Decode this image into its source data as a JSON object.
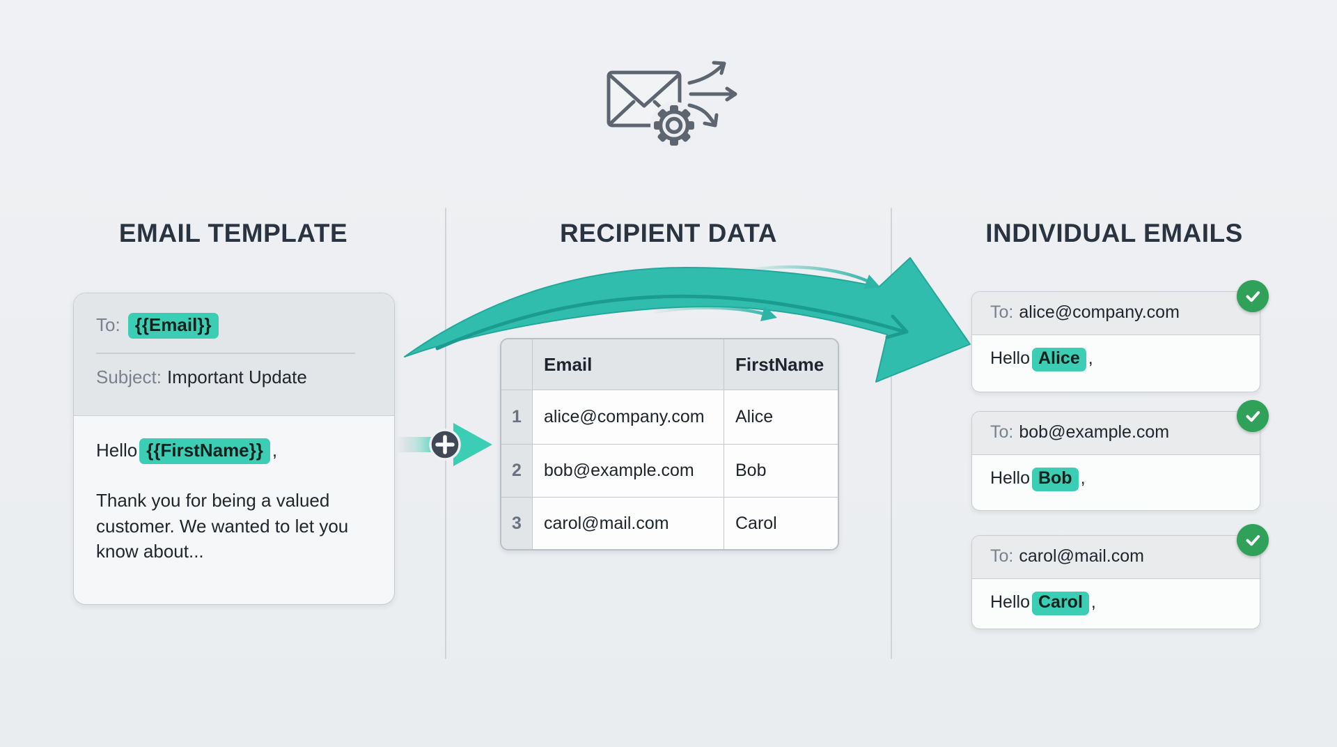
{
  "page": {
    "background": "#edeff2"
  },
  "icons": {
    "header": "envelope-gear-send-icon",
    "merge": "plus-icon",
    "flow": "curved-arrow-icon",
    "success": "check-icon"
  },
  "colors": {
    "accent_teal": "#3cceb4",
    "swoosh_teal": "#31bdad",
    "swoosh_stroke": "#1b9c90",
    "success_green": "#2fa158",
    "heading": "#2a3440",
    "gray_label": "#79818d",
    "icon_gray": "#5d6570",
    "divider": "#d0d5da"
  },
  "columns": [
    {
      "heading": "EMAIL TEMPLATE"
    },
    {
      "heading": "RECIPIENT DATA"
    },
    {
      "heading": "INDIVIDUAL EMAILS"
    }
  ],
  "template_card": {
    "to_label": "To:",
    "to_value": "{{Email}}",
    "subject_label": "Subject:",
    "subject_value": "Important Update",
    "greeting_prefix": "Hello",
    "greeting_variable": "{{FirstName}}",
    "greeting_suffix": ",",
    "body_text": "Thank you for being a valued customer. We wanted to let you know about..."
  },
  "recipient_table": {
    "columns": [
      "Email",
      "FirstName"
    ],
    "rows": [
      {
        "index": "1",
        "email": "alice@company.com",
        "first_name": "Alice"
      },
      {
        "index": "2",
        "email": "bob@example.com",
        "first_name": "Bob"
      },
      {
        "index": "3",
        "email": "carol@mail.com",
        "first_name": "Carol"
      }
    ]
  },
  "emails": [
    {
      "to_label": "To:",
      "to_value": "alice@company.com",
      "greeting_prefix": "Hello",
      "name": "Alice",
      "greeting_suffix": ","
    },
    {
      "to_label": "To:",
      "to_value": "bob@example.com",
      "greeting_prefix": "Hello",
      "name": "Bob",
      "greeting_suffix": ","
    },
    {
      "to_label": "To:",
      "to_value": "carol@mail.com",
      "greeting_prefix": "Hello",
      "name": "Carol",
      "greeting_suffix": ","
    }
  ]
}
